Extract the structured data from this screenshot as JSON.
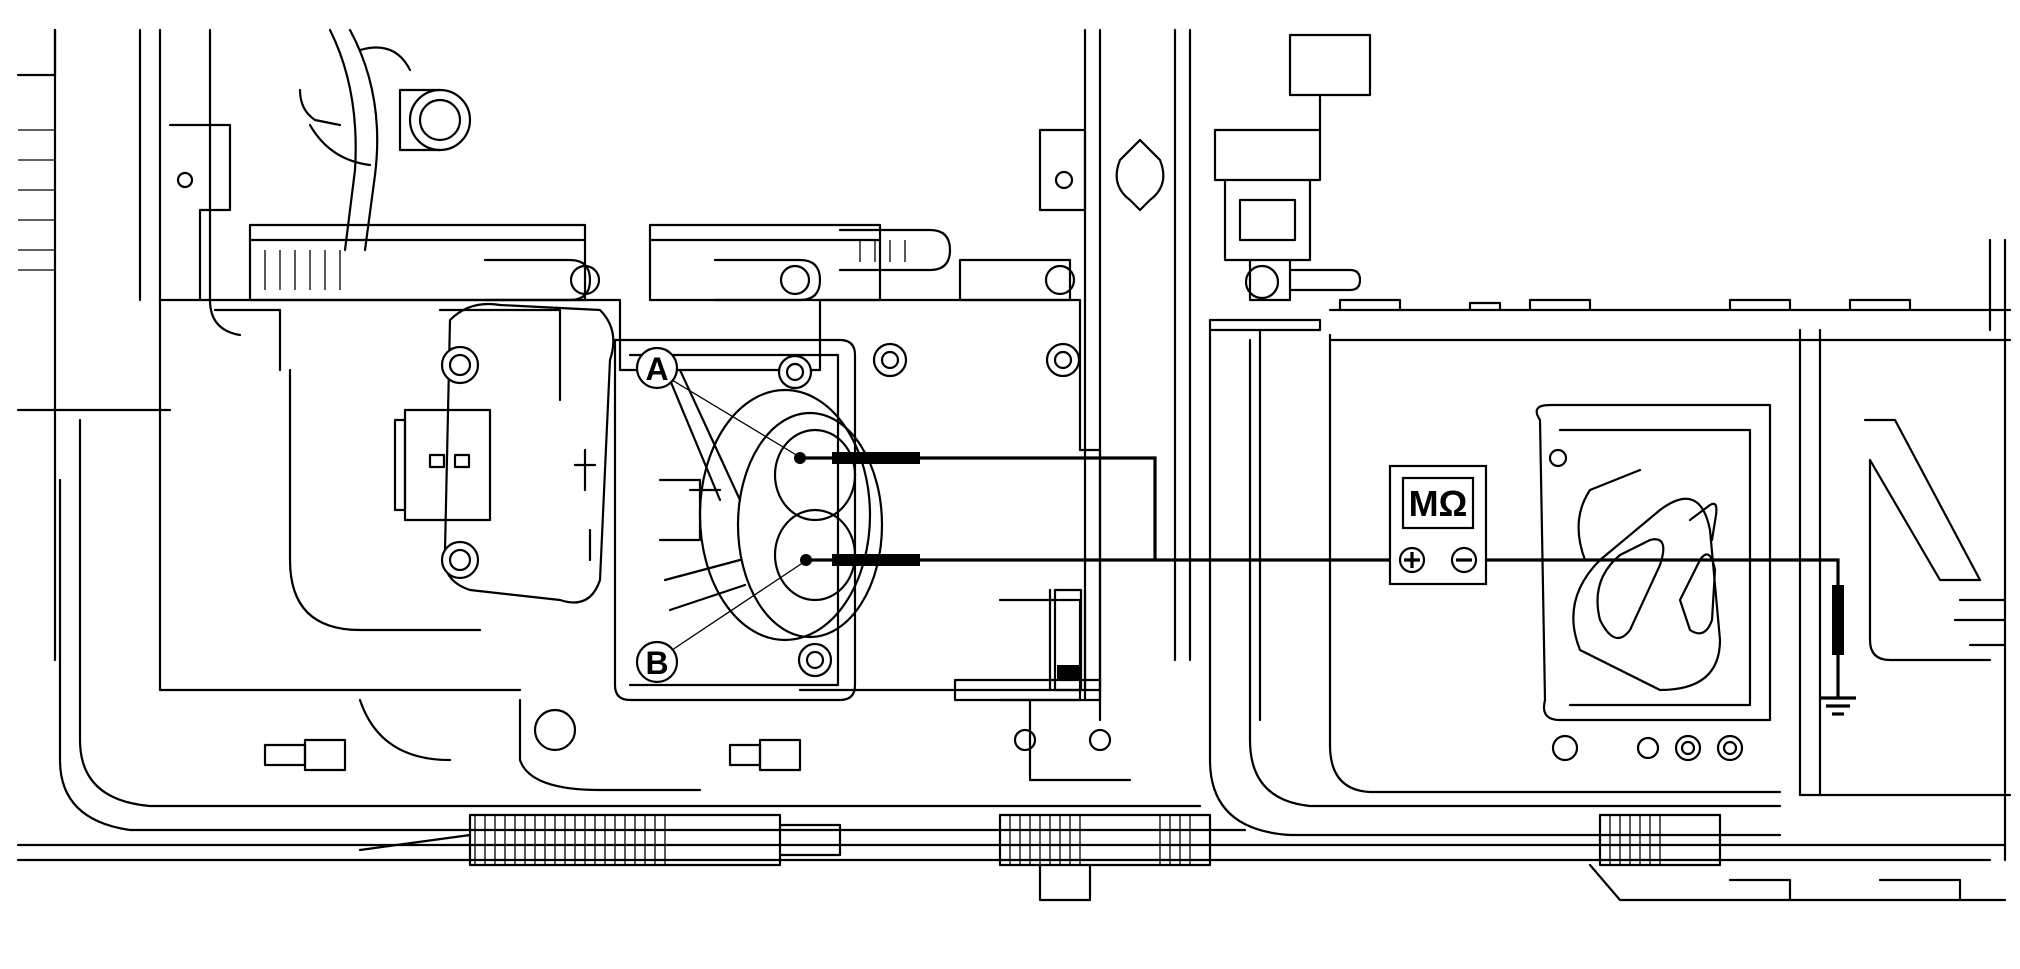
{
  "callouts": {
    "a": "A",
    "b": "B"
  },
  "meter": {
    "unit_label": "MΩ",
    "positive_symbol": "+",
    "negative_symbol": "−"
  },
  "colors": {
    "ink": "#000000",
    "paper": "#ffffff"
  }
}
